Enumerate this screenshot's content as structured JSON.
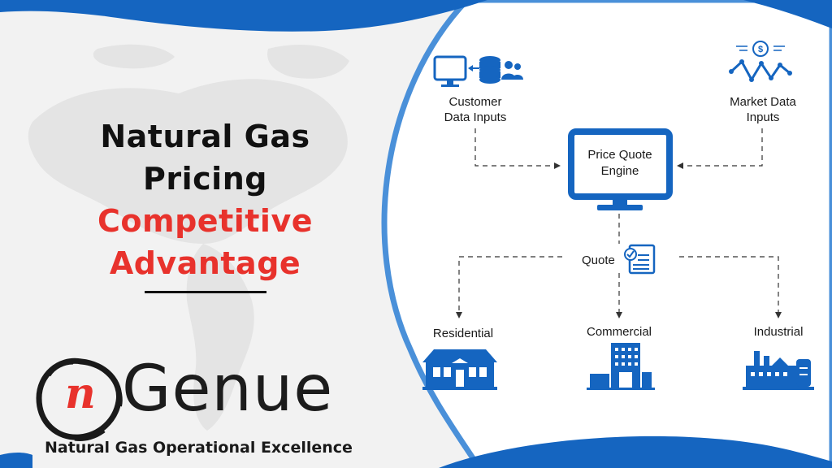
{
  "slide": {
    "title_line1": "Natural Gas",
    "title_line2": "Pricing",
    "title_line3": "Competitive",
    "title_line4": "Advantage"
  },
  "brand": {
    "logo_letter": "n",
    "logo_word": "Genue",
    "tagline": "Natural Gas Operational Excellence"
  },
  "diagram": {
    "customer_inputs": {
      "line1": "Customer",
      "line2": "Data Inputs"
    },
    "market_inputs": {
      "line1": "Market Data",
      "line2": "Inputs"
    },
    "engine": {
      "line1": "Price Quote",
      "line2": "Engine"
    },
    "quote_label": "Quote",
    "residential_label": "Residential",
    "commercial_label": "Commercial",
    "industrial_label": "Industrial"
  },
  "colors": {
    "brand_blue": "#1565c0",
    "accent_red": "#e8322c",
    "text_dark": "#111111",
    "panel_white": "#ffffff",
    "map_grey": "#e2e2e2"
  },
  "icons": [
    "monitor-icon",
    "database-icon",
    "users-icon",
    "market-data-icon",
    "engine-monitor-icon",
    "quote-document-icon",
    "house-icon",
    "office-building-icon",
    "factory-icon"
  ]
}
